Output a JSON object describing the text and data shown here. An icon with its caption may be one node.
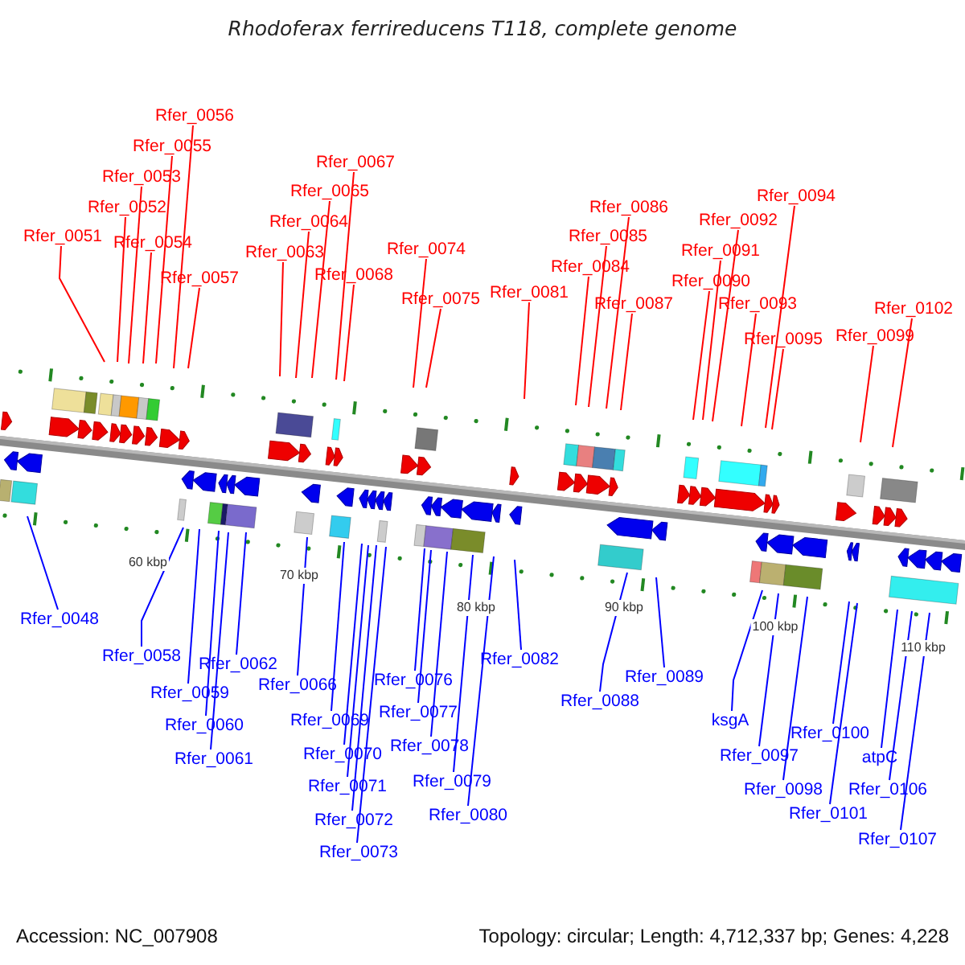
{
  "diagram": {
    "title": "Rhodoferax ferrireducens T118, complete genome",
    "nodes": [
      {
        "text": [
          "Rfer_0051"
        ]
      },
      {
        "text": [
          "Rfer_0052"
        ]
      },
      {
        "text": [
          "Rfer_0053"
        ]
      },
      {
        "text": [
          "Rfer_0054"
        ]
      },
      {
        "text": [
          "Rfer_0055"
        ]
      },
      {
        "text": [
          "Rfer_0056"
        ]
      },
      {
        "text": [
          "Rfer_0057"
        ]
      },
      {
        "text": [
          "Rfer_0063"
        ]
      },
      {
        "text": [
          "Rfer_0064"
        ]
      },
      {
        "text": [
          "Rfer_0065"
        ]
      },
      {
        "text": [
          "Rfer_0067"
        ]
      },
      {
        "text": [
          "Rfer_0068"
        ]
      },
      {
        "text": [
          "Rfer_0074"
        ]
      },
      {
        "text": [
          "Rfer_0075"
        ]
      },
      {
        "text": [
          "Rfer_0081"
        ]
      },
      {
        "text": [
          "Rfer_0084"
        ]
      },
      {
        "text": [
          "Rfer_0085"
        ]
      },
      {
        "text": [
          "Rfer_0086"
        ]
      },
      {
        "text": [
          "Rfer_0087"
        ]
      },
      {
        "text": [
          "Rfer_0090"
        ]
      },
      {
        "text": [
          "Rfer_0091"
        ]
      },
      {
        "text": [
          "Rfer_0092"
        ]
      },
      {
        "text": [
          "Rfer_0093"
        ]
      },
      {
        "text": [
          "Rfer_0094"
        ]
      },
      {
        "text": [
          "Rfer_0095"
        ]
      },
      {
        "text": [
          "Rfer_0099"
        ]
      },
      {
        "text": [
          "Rfer_0102"
        ]
      },
      {
        "text": [
          "Rfer_0048"
        ]
      },
      {
        "text": [
          "Rfer_0058"
        ]
      },
      {
        "text": [
          "Rfer_0059"
        ]
      },
      {
        "text": [
          "Rfer_0060"
        ]
      },
      {
        "text": [
          "Rfer_0061"
        ]
      },
      {
        "text": [
          "Rfer_0062"
        ]
      },
      {
        "text": [
          "Rfer_0066"
        ]
      },
      {
        "text": [
          "Rfer_0069"
        ]
      },
      {
        "text": [
          "Rfer_0070"
        ]
      },
      {
        "text": [
          "Rfer_0071"
        ]
      },
      {
        "text": [
          "Rfer_0072"
        ]
      },
      {
        "text": [
          "Rfer_0073"
        ]
      },
      {
        "text": [
          "Rfer_0076"
        ]
      },
      {
        "text": [
          "Rfer_0077"
        ]
      },
      {
        "text": [
          "Rfer_0078"
        ]
      },
      {
        "text": [
          "Rfer_0079"
        ]
      },
      {
        "text": [
          "Rfer_0080"
        ]
      },
      {
        "text": [
          "Rfer_0082"
        ]
      },
      {
        "text": [
          "Rfer_0088"
        ]
      },
      {
        "text": [
          "Rfer_0089"
        ]
      },
      {
        "text": [
          "ksgA"
        ]
      },
      {
        "text": [
          "Rfer_0097"
        ]
      },
      {
        "text": [
          "Rfer_0098"
        ]
      },
      {
        "text": [
          "Rfer_0100"
        ]
      },
      {
        "text": [
          "Rfer_0101"
        ]
      },
      {
        "text": [
          "atpC"
        ]
      },
      {
        "text": [
          "Rfer_0106"
        ]
      },
      {
        "text": [
          "Rfer_0107"
        ]
      }
    ],
    "edges": [
      {
        "from": 0,
        "to": null,
        "arrow": "none",
        "color": "#ff0000"
      },
      {
        "from": 1,
        "to": null,
        "arrow": "none",
        "color": "#ff0000"
      },
      {
        "from": 2,
        "to": null,
        "arrow": "none",
        "color": "#ff0000"
      },
      {
        "from": 3,
        "to": null,
        "arrow": "none",
        "color": "#ff0000"
      },
      {
        "from": 4,
        "to": null,
        "arrow": "none",
        "color": "#ff0000"
      },
      {
        "from": 5,
        "to": null,
        "arrow": "none",
        "color": "#ff0000"
      },
      {
        "from": 6,
        "to": null,
        "arrow": "none",
        "color": "#ff0000"
      },
      {
        "from": 7,
        "to": null,
        "arrow": "none",
        "color": "#ff0000"
      },
      {
        "from": 8,
        "to": null,
        "arrow": "none",
        "color": "#ff0000"
      },
      {
        "from": 9,
        "to": null,
        "arrow": "none",
        "color": "#ff0000"
      },
      {
        "from": 10,
        "to": null,
        "arrow": "none",
        "color": "#ff0000"
      },
      {
        "from": 11,
        "to": null,
        "arrow": "none",
        "color": "#ff0000"
      },
      {
        "from": 12,
        "to": null,
        "arrow": "none",
        "color": "#ff0000"
      },
      {
        "from": 13,
        "to": null,
        "arrow": "none",
        "color": "#ff0000"
      },
      {
        "from": 14,
        "to": null,
        "arrow": "none",
        "color": "#ff0000"
      },
      {
        "from": 15,
        "to": null,
        "arrow": "none",
        "color": "#ff0000"
      },
      {
        "from": 16,
        "to": null,
        "arrow": "none",
        "color": "#ff0000"
      },
      {
        "from": 17,
        "to": null,
        "arrow": "none",
        "color": "#ff0000"
      },
      {
        "from": 18,
        "to": null,
        "arrow": "none",
        "color": "#ff0000"
      },
      {
        "from": 19,
        "to": null,
        "arrow": "none",
        "color": "#ff0000"
      },
      {
        "from": 20,
        "to": null,
        "arrow": "none",
        "color": "#ff0000"
      },
      {
        "from": 21,
        "to": null,
        "arrow": "none",
        "color": "#ff0000"
      },
      {
        "from": 22,
        "to": null,
        "arrow": "none",
        "color": "#ff0000"
      },
      {
        "from": 23,
        "to": null,
        "arrow": "none",
        "color": "#ff0000"
      },
      {
        "from": 24,
        "to": null,
        "arrow": "none",
        "color": "#ff0000"
      },
      {
        "from": 25,
        "to": null,
        "arrow": "none",
        "color": "#ff0000"
      },
      {
        "from": 26,
        "to": null,
        "arrow": "none",
        "color": "#ff0000"
      },
      {
        "from": 27,
        "to": null,
        "arrow": "none"
      },
      {
        "from": 28,
        "to": null,
        "arrow": "none"
      },
      {
        "from": 29,
        "to": null,
        "arrow": "none"
      },
      {
        "from": 30,
        "to": null,
        "arrow": "none"
      },
      {
        "from": 31,
        "to": null,
        "arrow": "none"
      },
      {
        "from": 32,
        "to": null,
        "arrow": "none"
      },
      {
        "from": 33,
        "to": null,
        "arrow": "none"
      },
      {
        "from": 34,
        "to": null,
        "arrow": "none"
      },
      {
        "from": 35,
        "to": null,
        "arrow": "none"
      },
      {
        "from": 36,
        "to": null,
        "arrow": "none"
      },
      {
        "from": 37,
        "to": null,
        "arrow": "none"
      },
      {
        "from": 38,
        "to": null,
        "arrow": "none"
      },
      {
        "from": 39,
        "to": null,
        "arrow": "none"
      },
      {
        "from": 40,
        "to": null,
        "arrow": "none"
      },
      {
        "from": 41,
        "to": null,
        "arrow": "none"
      },
      {
        "from": 42,
        "to": null,
        "arrow": "none"
      },
      {
        "from": 43,
        "to": null,
        "arrow": "none"
      },
      {
        "from": 44,
        "to": null,
        "arrow": "none"
      },
      {
        "from": 45,
        "to": null,
        "arrow": "none"
      },
      {
        "from": 46,
        "to": null,
        "arrow": "none"
      },
      {
        "from": 47,
        "to": null,
        "arrow": "none"
      },
      {
        "from": 48,
        "to": null,
        "arrow": "none"
      },
      {
        "from": 49,
        "to": null,
        "arrow": "none"
      },
      {
        "from": 50,
        "to": null,
        "arrow": "none"
      },
      {
        "from": 51,
        "to": null,
        "arrow": "none"
      },
      {
        "from": 52,
        "to": null,
        "arrow": "none"
      },
      {
        "from": 53,
        "to": null,
        "arrow": "none"
      },
      {
        "from": 54,
        "to": null,
        "arrow": "none"
      }
    ],
    "labels": [
      "60 kbp",
      "70 kbp",
      "80 kbp",
      "90 kbp",
      "100 kbp",
      "110 kbp",
      "Accession: NC_007908",
      "Topology: circular; Length: 4,712,337 bp; Genes: 4,228"
    ]
  }
}
